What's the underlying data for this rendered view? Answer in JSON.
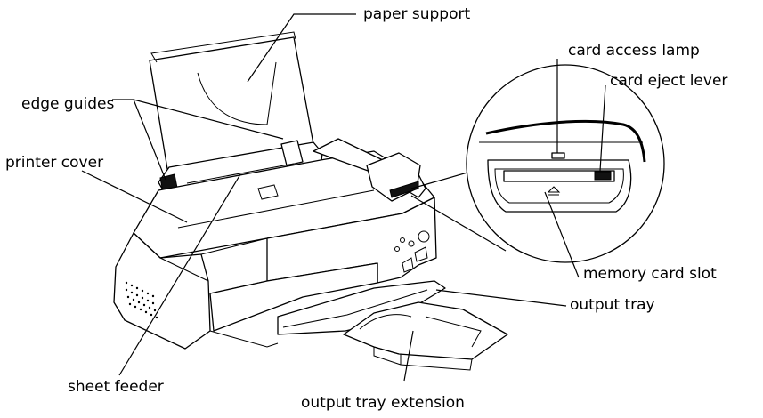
{
  "labels": {
    "paper_support": "paper support",
    "edge_guides": "edge guides",
    "printer_cover": "printer cover",
    "card_access_lamp": "card access lamp",
    "card_eject_lever": "card eject lever",
    "memory_card_slot": "memory card slot",
    "output_tray": "output tray",
    "sheet_feeder": "sheet feeder",
    "output_tray_extension": "output tray extension"
  }
}
